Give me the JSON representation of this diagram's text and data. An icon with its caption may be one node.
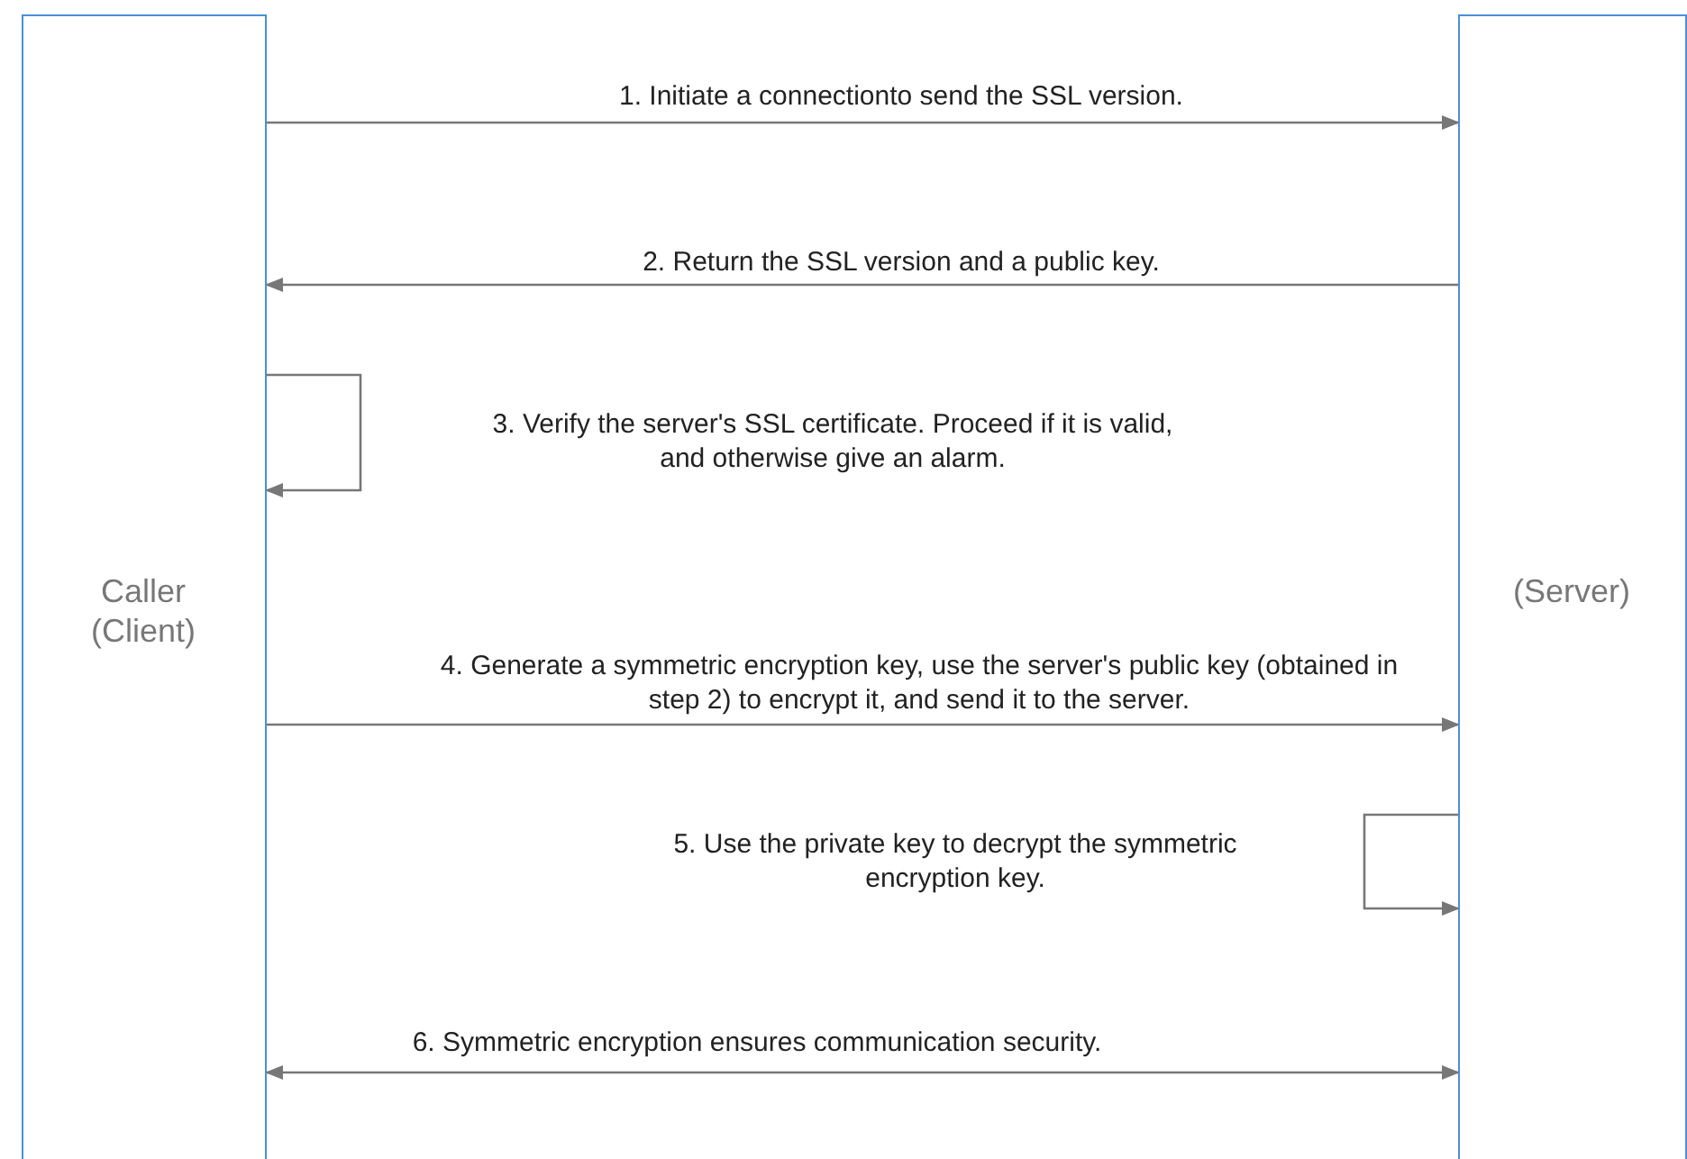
{
  "diagram": {
    "nodes": [
      {
        "text": [
          "Caller (Client)"
        ]
      },
      {
        "text": [
          "(Server)"
        ]
      }
    ],
    "edges": [
      {
        "from": 0,
        "to": 1,
        "arrow": "to",
        "label": "1. Initiate a connectionto send the SSL version."
      },
      {
        "from": 1,
        "to": 0,
        "arrow": "to",
        "label": "2. Return the SSL version and a public key."
      },
      {
        "from": 0,
        "to": 0,
        "arrow": "to",
        "label": "3. Verify the server's SSL certificate. Proceed if it is valid, and otherwise give an alarm."
      },
      {
        "from": 0,
        "to": 1,
        "arrow": "to",
        "label": "4. Generate a symmetric encryption key, use the server's public key (obtained in step 2) to encrypt it, and send it to the server."
      },
      {
        "from": 1,
        "to": 1,
        "arrow": "to",
        "label": "5. Use the private key to decrypt the symmetric encryption key."
      },
      {
        "from": 0,
        "to": 1,
        "arrow": "both",
        "label": "6. Symmetric encryption ensures communication security."
      }
    ]
  }
}
